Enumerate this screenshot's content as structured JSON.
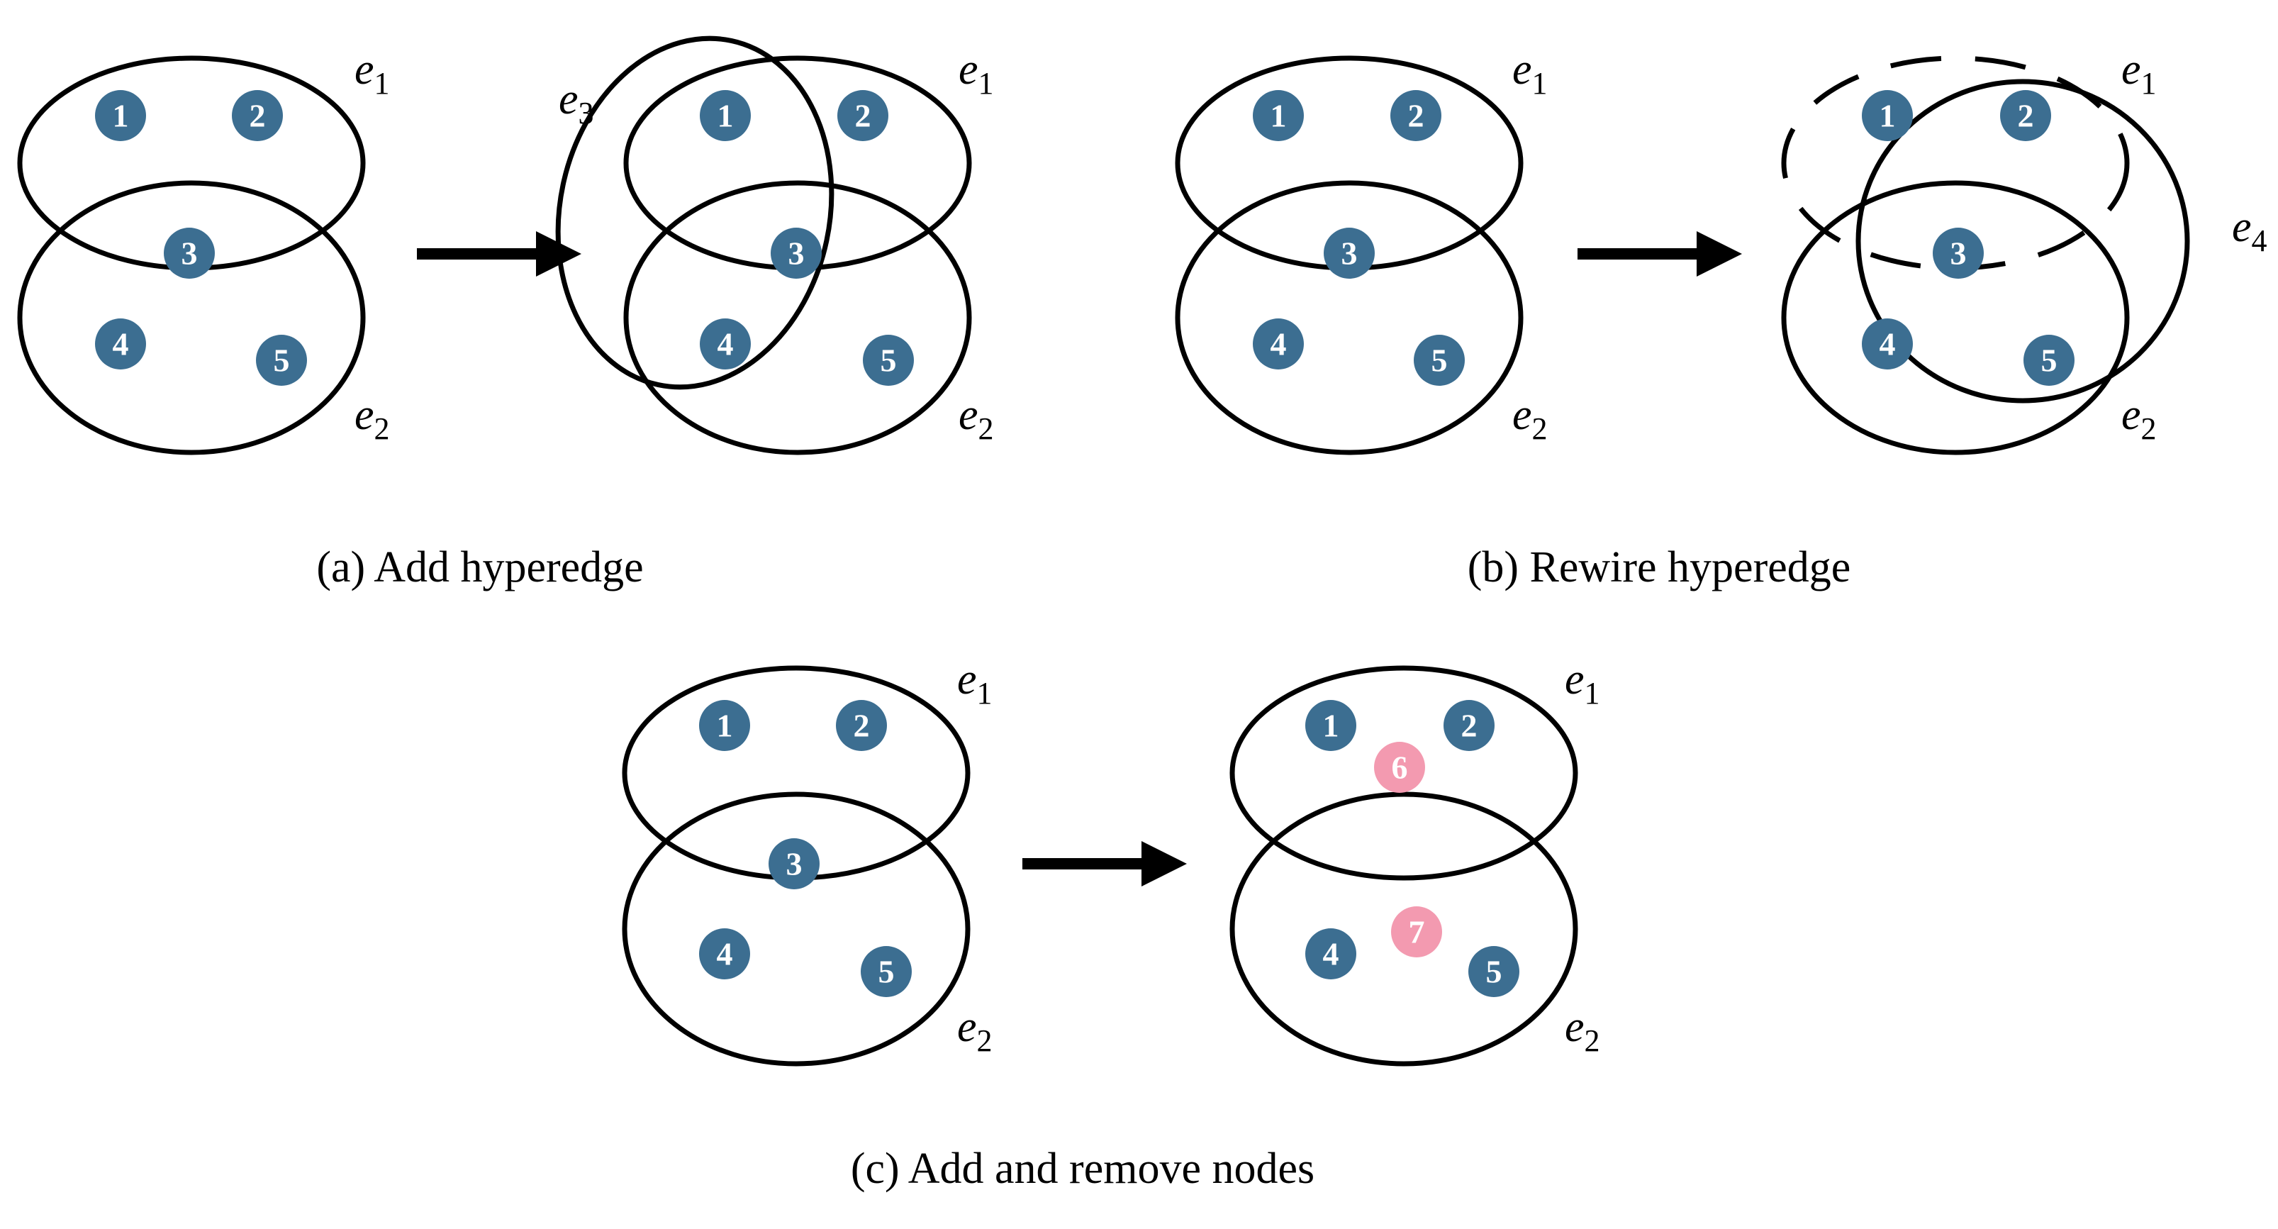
{
  "colors": {
    "node_fill": "#3c6e91",
    "new_node_fill": "#f39ab0",
    "node_text": "#ffffff",
    "hyperedge": "#000000",
    "new_hyperedge": "#e8141b",
    "arrow": "#000000"
  },
  "panels": {
    "a": {
      "caption": "(a) Add hyperedge",
      "before": {
        "nodes": [
          "1",
          "2",
          "3",
          "4",
          "5"
        ],
        "edges": [
          {
            "letter": "e",
            "sub": "1"
          },
          {
            "letter": "e",
            "sub": "2"
          }
        ]
      },
      "after": {
        "nodes": [
          "1",
          "2",
          "3",
          "4",
          "5"
        ],
        "edges": [
          {
            "letter": "e",
            "sub": "1"
          },
          {
            "letter": "e",
            "sub": "2"
          }
        ],
        "added_edge": {
          "letter": "e",
          "sub": "3"
        }
      }
    },
    "b": {
      "caption": "(b) Rewire hyperedge",
      "before": {
        "nodes": [
          "1",
          "2",
          "3",
          "4",
          "5"
        ],
        "edges": [
          {
            "letter": "e",
            "sub": "1"
          },
          {
            "letter": "e",
            "sub": "2"
          }
        ]
      },
      "after": {
        "nodes": [
          "1",
          "2",
          "3",
          "4",
          "5"
        ],
        "edges": [
          {
            "letter": "e",
            "sub": "1"
          },
          {
            "letter": "e",
            "sub": "2"
          }
        ],
        "rewired_edge": {
          "letter": "e",
          "sub": "4"
        }
      }
    },
    "c": {
      "caption": "(c) Add and remove nodes",
      "before": {
        "nodes": [
          "1",
          "2",
          "3",
          "4",
          "5"
        ],
        "edges": [
          {
            "letter": "e",
            "sub": "1"
          },
          {
            "letter": "e",
            "sub": "2"
          }
        ]
      },
      "after": {
        "nodes": [
          "1",
          "2",
          "6",
          "7",
          "4",
          "5"
        ],
        "edges": [
          {
            "letter": "e",
            "sub": "1"
          },
          {
            "letter": "e",
            "sub": "2"
          }
        ]
      }
    }
  }
}
